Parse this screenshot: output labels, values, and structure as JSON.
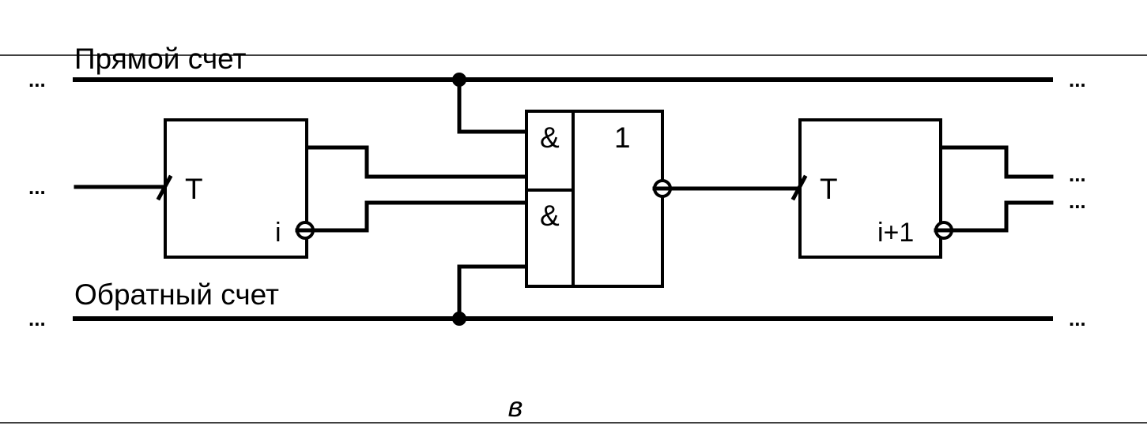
{
  "buses": {
    "forward_label": "Прямой счет",
    "backward_label": "Обратный счет"
  },
  "trigger_i": {
    "type_label": "T",
    "index_label": "i"
  },
  "gate": {
    "and_top_label": "&",
    "and_bottom_label": "&",
    "or_label": "1"
  },
  "trigger_i1": {
    "type_label": "T",
    "index_label": "i+1"
  },
  "continuation": {
    "forward_left": "...",
    "forward_right": "...",
    "input_left": "...",
    "output_right_top": "...",
    "output_right_bottom": "...",
    "backward_left": "...",
    "backward_right": "..."
  },
  "caption": "в"
}
